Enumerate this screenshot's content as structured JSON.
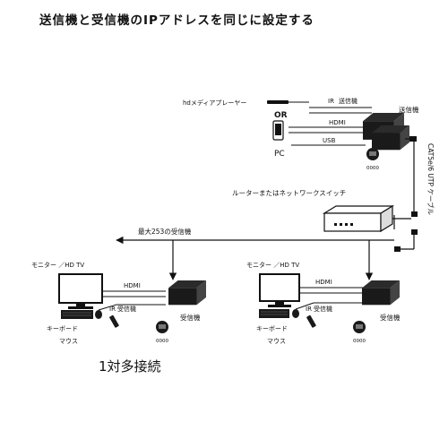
{
  "title": "送信機と受信機のIPアドレスを同じに設定する",
  "transmitter_side": {
    "hd_player_label": "hdメディアプレーヤー",
    "or_label": "OR",
    "pc_label": "PC",
    "ir_label": "IR",
    "ir_tx_label": "送信機",
    "hdmi_label": "HDMI",
    "usb_label": "USB",
    "transmitter_label": "送信機",
    "id_label": "0000"
  },
  "cable_label": "CAT5e/6 UTP ケーブル",
  "router_label": "ルーターまたはネットワークスイッチ",
  "max_receivers_label": "最大253の受信機",
  "receiver_units": [
    {
      "monitor_label": "モニター ／HD TV",
      "hdmi_label": "HDMI",
      "ir_label": "IR",
      "ir_rx_label": "受信機",
      "receiver_label": "受信機",
      "keyboard_label": "キーボード",
      "mouse_label": "マウス",
      "id_label": "0000"
    },
    {
      "monitor_label": "モニター ／HD TV",
      "hdmi_label": "HDMI",
      "ir_label": "IR",
      "ir_rx_label": "受信機",
      "receiver_label": "受信機",
      "keyboard_label": "キーボード",
      "mouse_label": "マウス",
      "id_label": "0000"
    }
  ],
  "caption": "1対多接続"
}
